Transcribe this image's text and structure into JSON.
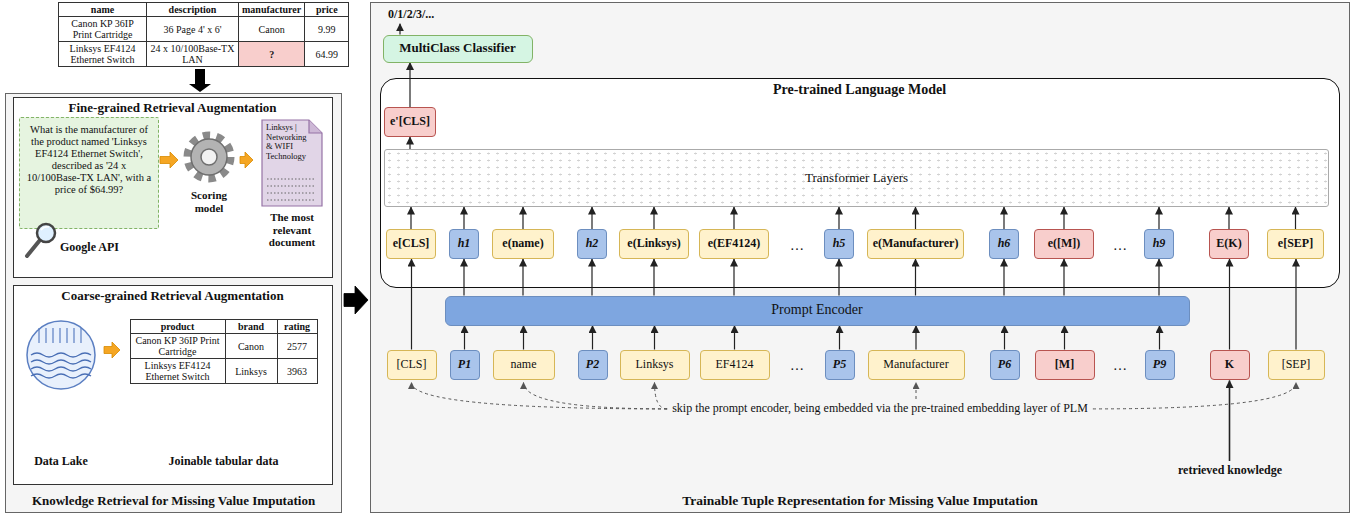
{
  "diagram": {
    "nodes": [
      {
        "text": [
          "Knowledge Retrieval for Missing Value Imputation"
        ]
      },
      {
        "text": [
          "Fine-grained Retrieval Augmentation"
        ],
        "in": 0
      },
      {
        "text": [
          "What is the manufacturer of the product named 'Linksys EF4124 Ethernet Switch', described as '24 x 10/100Base-TX LAN', with a price of $64.99?"
        ],
        "in": 1
      },
      {
        "text": [
          "Scoring model"
        ],
        "in": 1
      },
      {
        "text": [
          "Linksys | Networking & WIFI Technology",
          "The most relevant document"
        ],
        "in": 1
      },
      {
        "text": [
          "Coarse-grained Retrieval Augmentation"
        ],
        "in": 0
      },
      {
        "text": [
          "Data Lake"
        ],
        "in": 5
      },
      {
        "text": [
          "Joinable tabular data"
        ],
        "in": 5
      },
      {
        "text": [
          "Trainable Tuple Representation for Missing Value Imputation"
        ]
      },
      {
        "text": [
          "MultiClass Classifier"
        ],
        "in": 8
      },
      {
        "text": [
          "Pre-trained Language Model"
        ],
        "in": 8
      },
      {
        "text": [
          "e'[CLS]"
        ],
        "in": 10
      },
      {
        "text": [
          "Transformer Layers"
        ],
        "in": 10
      },
      {
        "text": [
          "e[CLS]"
        ],
        "in": 10
      },
      {
        "text": [
          "h1"
        ],
        "in": 10
      },
      {
        "text": [
          "e(name)"
        ],
        "in": 10
      },
      {
        "text": [
          "h2"
        ],
        "in": 10
      },
      {
        "text": [
          "e(Linksys)"
        ],
        "in": 10
      },
      {
        "text": [
          "e(EF4124)"
        ],
        "in": 10
      },
      {
        "text": [
          "h5"
        ],
        "in": 10
      },
      {
        "text": [
          "e(Manufacturer)"
        ],
        "in": 10
      },
      {
        "text": [
          "h6"
        ],
        "in": 10
      },
      {
        "text": [
          "e([M])"
        ],
        "in": 10
      },
      {
        "text": [
          "h9"
        ],
        "in": 10
      },
      {
        "text": [
          "E(K)"
        ],
        "in": 10
      },
      {
        "text": [
          "e[SEP]"
        ],
        "in": 10
      },
      {
        "text": [
          "Prompt Encoder"
        ],
        "in": 8
      },
      {
        "text": [
          "[CLS]"
        ],
        "in": 8
      },
      {
        "text": [
          "P1"
        ],
        "in": 8
      },
      {
        "text": [
          "name"
        ],
        "in": 8
      },
      {
        "text": [
          "P2"
        ],
        "in": 8
      },
      {
        "text": [
          "Linksys"
        ],
        "in": 8
      },
      {
        "text": [
          "EF4124"
        ],
        "in": 8
      },
      {
        "text": [
          "P5"
        ],
        "in": 8
      },
      {
        "text": [
          "Manufacturer"
        ],
        "in": 8
      },
      {
        "text": [
          "P6"
        ],
        "in": 8
      },
      {
        "text": [
          "[M]"
        ],
        "in": 8
      },
      {
        "text": [
          "P9"
        ],
        "in": 8
      },
      {
        "text": [
          "K"
        ],
        "in": 8
      },
      {
        "text": [
          "[SEP]"
        ],
        "in": 8
      }
    ],
    "edges": [
      {
        "from": 2,
        "to": 3,
        "arrow": "to"
      },
      {
        "from": 3,
        "to": 4,
        "arrow": "to"
      },
      {
        "from": 6,
        "to": 7,
        "arrow": "to"
      },
      {
        "from": 0,
        "to": 8,
        "arrow": "to"
      },
      {
        "from": 28,
        "to": 26,
        "arrow": "to"
      },
      {
        "from": 29,
        "to": 26,
        "arrow": "to"
      },
      {
        "from": 30,
        "to": 26,
        "arrow": "to"
      },
      {
        "from": 31,
        "to": 26,
        "arrow": "to"
      },
      {
        "from": 32,
        "to": 26,
        "arrow": "to"
      },
      {
        "from": 33,
        "to": 26,
        "arrow": "to"
      },
      {
        "from": 34,
        "to": 26,
        "arrow": "to"
      },
      {
        "from": 35,
        "to": 26,
        "arrow": "to"
      },
      {
        "from": 36,
        "to": 26,
        "arrow": "to"
      },
      {
        "from": 37,
        "to": 26,
        "arrow": "to"
      },
      {
        "from": 27,
        "to": 13,
        "arrow": "to"
      },
      {
        "from": 38,
        "to": 24,
        "arrow": "to"
      },
      {
        "from": 39,
        "to": 25,
        "arrow": "to"
      },
      {
        "from": 26,
        "to": 14,
        "arrow": "to"
      },
      {
        "from": 26,
        "to": 15,
        "arrow": "to"
      },
      {
        "from": 26,
        "to": 16,
        "arrow": "to"
      },
      {
        "from": 26,
        "to": 17,
        "arrow": "to"
      },
      {
        "from": 26,
        "to": 18,
        "arrow": "to"
      },
      {
        "from": 26,
        "to": 19,
        "arrow": "to"
      },
      {
        "from": 26,
        "to": 20,
        "arrow": "to"
      },
      {
        "from": 26,
        "to": 21,
        "arrow": "to"
      },
      {
        "from": 26,
        "to": 22,
        "arrow": "to"
      },
      {
        "from": 26,
        "to": 23,
        "arrow": "to"
      },
      {
        "from": 13,
        "to": 12,
        "arrow": "to"
      },
      {
        "from": 14,
        "to": 12,
        "arrow": "to"
      },
      {
        "from": 15,
        "to": 12,
        "arrow": "to"
      },
      {
        "from": 16,
        "to": 12,
        "arrow": "to"
      },
      {
        "from": 17,
        "to": 12,
        "arrow": "to"
      },
      {
        "from": 18,
        "to": 12,
        "arrow": "to"
      },
      {
        "from": 19,
        "to": 12,
        "arrow": "to"
      },
      {
        "from": 20,
        "to": 12,
        "arrow": "to"
      },
      {
        "from": 21,
        "to": 12,
        "arrow": "to"
      },
      {
        "from": 22,
        "to": 12,
        "arrow": "to"
      },
      {
        "from": 23,
        "to": 12,
        "arrow": "to"
      },
      {
        "from": 24,
        "to": 12,
        "arrow": "to"
      },
      {
        "from": 25,
        "to": 12,
        "arrow": "to"
      },
      {
        "from": 12,
        "to": 11,
        "arrow": "to"
      },
      {
        "from": 11,
        "to": 9,
        "arrow": "to"
      }
    ],
    "labels": [
      "name",
      "description",
      "manufacturer",
      "price",
      "Canon KP 36IP Print Cartridge",
      "36 Page 4' x 6'",
      "Canon",
      "9.99",
      "Linksys EF4124 Ethernet Switch",
      "24 x 10/100Base-TX LAN",
      "?",
      "64.99",
      "Google API",
      "product",
      "brand",
      "rating",
      "Canon KP 36IP Print Cartridge",
      "Canon",
      "2577",
      "Linksys EF4124 Ethernet Switch",
      "Linksys",
      "3963",
      "0/1/2/3/...",
      "…",
      "…",
      "…",
      "…",
      "skip the prompt encoder, being embedded via the pre-trained embedding layer of PLM",
      "retrieved knowledge"
    ]
  }
}
